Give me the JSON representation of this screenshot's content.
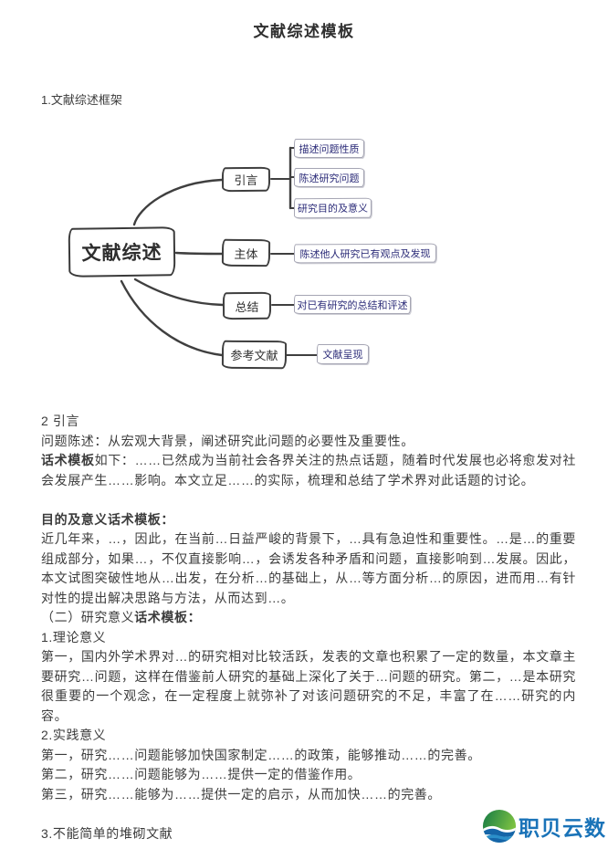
{
  "page": {
    "title": "文献综述模板"
  },
  "sections": {
    "framework_heading": "1.文献综述框架",
    "stack_heading": "3.不能简单的堆砌文献"
  },
  "diagram": {
    "root": "文献综述",
    "branches": [
      {
        "label": "引言",
        "children": [
          "描述问题性质",
          "陈述研究问题",
          "研究目的及意义"
        ]
      },
      {
        "label": "主体",
        "children": [
          "陈述他人研究已有观点及发现"
        ]
      },
      {
        "label": "总结",
        "children": [
          "对已有研究的总结和评述"
        ]
      },
      {
        "label": "参考文献",
        "children": [
          "文献呈现"
        ]
      }
    ],
    "colors": {
      "node_border": "#3a3a3a",
      "child_text": "#2b2b78",
      "line": "#3f3f3f"
    }
  },
  "body": {
    "intro_heading": "2 引言",
    "problem_line": "问题陈述：从宏观大背景，阐述研究此问题的必要性及重要性。",
    "template_label": "话术模板",
    "template_rest": "如下：……已然成为当前社会各界关注的热点话题，随着时代发展也必将愈发对社会发展产生……影响。本文立足……的实际，梳理和总结了学术界对此话题的讨论。",
    "purpose_heading": "目的及意义话术模板：",
    "purpose_para": "近几年来，…，因此，在当前…日益严峻的背景下，…具有急迫性和重要性。…是…的重要组成部分，如果…，不仅直接影响…，会诱发各种矛盾和问题，直接影响到…发展。因此，本文试图突破性地从…出发，在分析…的基础上，从…等方面分析…的原因，进而用…有针对性的提出解决思路与方法，从而达到…。",
    "meaning_heading_prefix": "（二）研究意义",
    "meaning_heading_bold": "话术模板：",
    "theory_heading": "1.理论意义",
    "theory_para": "第一，国内外学术界对…的研究相对比较活跃，发表的文章也积累了一定的数量，本文章主要研究…问题，这样在借鉴前人研究的基础上深化了关于…问题的研究。第二，…是本研究很重要的一个观念，在一定程度上就弥补了对该问题研究的不足，丰富了在……研究的内容。",
    "practice_heading": "2.实践意义",
    "practice_line1": "第一，研究……问题能够加快国家制定……的政策，能够推动……的完善。",
    "practice_line2": "第二，研究……问题能够为……提供一定的借鉴作用。",
    "practice_line3": "第三，研究……能够为……提供一定的启示，从而加快……的完善。"
  },
  "footer": {
    "logo_text": "职贝云数",
    "logo_color": "#1a73b8"
  }
}
